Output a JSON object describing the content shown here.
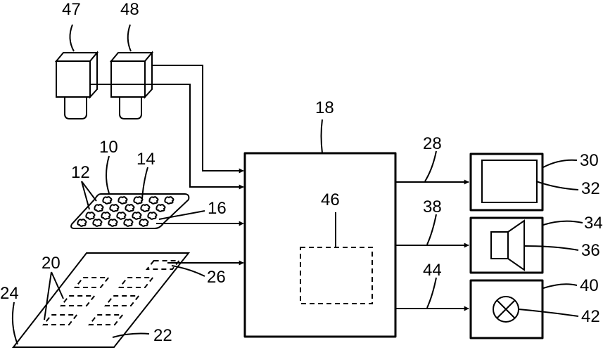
{
  "refs": {
    "r47": "47",
    "r48": "48",
    "r18": "18",
    "r10": "10",
    "r14": "14",
    "r12": "12",
    "r16": "16",
    "r20": "20",
    "r24": "24",
    "r26": "26",
    "r22": "22",
    "r46": "46",
    "r28": "28",
    "r30": "30",
    "r32": "32",
    "r38": "38",
    "r34": "34",
    "r36": "36",
    "r44": "44",
    "r40": "40",
    "r42": "42"
  }
}
